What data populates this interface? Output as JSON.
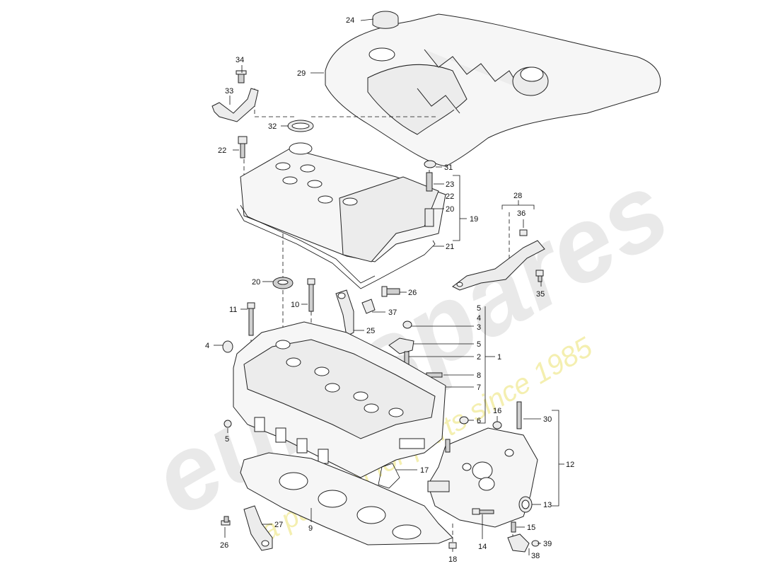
{
  "watermark": {
    "brand": "eurospares",
    "tagline": "a passion for parts since 1985"
  },
  "callouts": {
    "c1": "1",
    "c2": "2",
    "c3": "3",
    "c4": "4",
    "c4b": "4",
    "c5": "5",
    "c5b": "5",
    "c5c": "5",
    "c6": "6",
    "c7": "7",
    "c8": "8",
    "c9": "9",
    "c10": "10",
    "c11": "11",
    "c12": "12",
    "c13": "13",
    "c14": "14",
    "c15": "15",
    "c16": "16",
    "c17": "17",
    "c18": "18",
    "c19": "19",
    "c20": "20",
    "c20b": "20",
    "c21": "21",
    "c22": "22",
    "c22b": "22",
    "c23": "23",
    "c24": "24",
    "c25": "25",
    "c26": "26",
    "c26b": "26",
    "c27": "27",
    "c28": "28",
    "c29": "29",
    "c30": "30",
    "c31": "31",
    "c32": "32",
    "c33": "33",
    "c34": "34",
    "c35": "35",
    "c36": "36",
    "c37": "37",
    "c38": "38",
    "c39": "39"
  }
}
